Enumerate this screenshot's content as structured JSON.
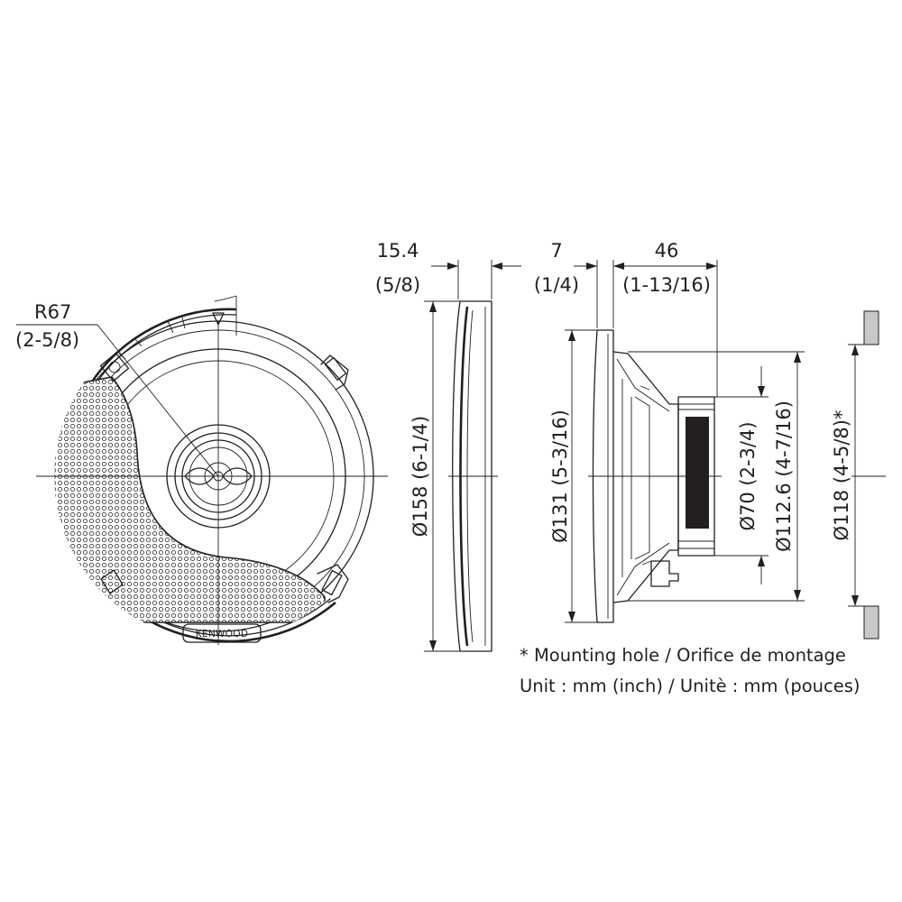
{
  "front_view": {
    "radius_label": "R67",
    "radius_label_inch": "(2-5/8)",
    "brand": "KENWOOD"
  },
  "dimensions": {
    "grille_depth": "15.4",
    "grille_depth_inch": "(5/8)",
    "grille_diameter": "Ø158 (6-1/4)",
    "flange_thickness": "7",
    "flange_thickness_inch": "(1/4)",
    "mount_depth": "46",
    "mount_depth_inch": "(1-13/16)",
    "flange_diameter": "Ø131 (5-3/16)",
    "magnet_diameter": "Ø70 (2-3/4)",
    "basket_diameter": "Ø112.6 (4-7/16)",
    "hole_diameter": "Ø118 (4-5/8)*"
  },
  "notes": {
    "mounting_hole": "* Mounting hole / Orifice de montage",
    "unit": "Unit : mm (inch) / Unitè : mm (pouces)"
  }
}
